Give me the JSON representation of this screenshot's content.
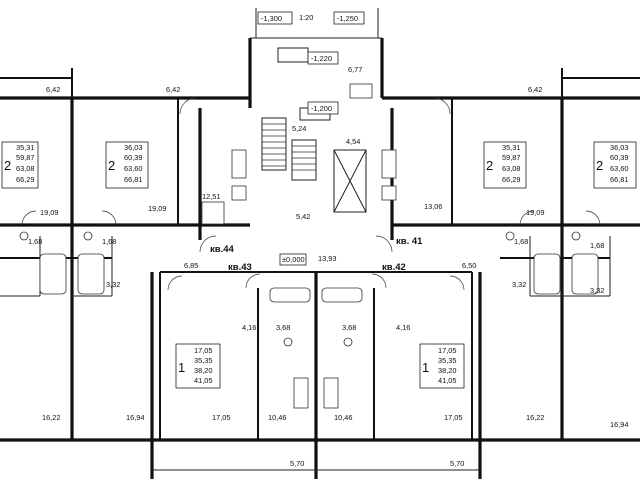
{
  "elevations": {
    "top_left": "-1,300",
    "top_mid": "1:20",
    "top_right": "-1,250",
    "landing_1": "-1,220",
    "landing_2": "-1,200",
    "ground": "±0,000"
  },
  "apartments": {
    "kv44": "кв.44",
    "kv43": "кв.43",
    "kv42": "кв.42",
    "kv41": "кв. 41"
  },
  "unit_boxes": [
    {
      "rooms": "2",
      "areas": [
        "35,31",
        "59,87",
        "63,08",
        "66,29"
      ]
    },
    {
      "rooms": "2",
      "areas": [
        "36,03",
        "60,39",
        "63,60",
        "66,81"
      ]
    },
    {
      "rooms": "2",
      "areas": [
        "35,31",
        "59,87",
        "63,08",
        "66,29"
      ]
    },
    {
      "rooms": "2",
      "areas": [
        "36,03",
        "60,39",
        "63,60",
        "66,81"
      ]
    },
    {
      "rooms": "1",
      "areas": [
        "17,05",
        "35,35",
        "38,20",
        "41,05"
      ]
    },
    {
      "rooms": "1",
      "areas": [
        "17,05",
        "35,35",
        "38,20",
        "41,05"
      ]
    }
  ],
  "room_areas": {
    "balcony_tl": "6,42",
    "balcony_tl2": "6,42",
    "balcony_tr": "6,42",
    "stair_top": "6,77",
    "hall_center": "5,24",
    "lobby_center": "4,54",
    "kitchen_left": "12,51",
    "corridor_left": "5,42",
    "kitchen_right": "13,06",
    "living_l1": "19,09",
    "living_l2": "19,09",
    "living_r1": "19,09",
    "bath_l1": "1,68",
    "bath_l2": "1,68",
    "bath_r1": "1,68",
    "bath_r2": "1,68",
    "wc_l": "3,32",
    "wc_r1": "3,32",
    "wc_r2": "3,32",
    "hall_l": "6,85",
    "landing_mid": "13,93",
    "hall_r": "6,50",
    "corr_l": "4,16",
    "bath_c1": "3,68",
    "bath_c2": "3,68",
    "corr_r": "4,16",
    "room_bl": "16,22",
    "room_bl2": "16,94",
    "room_bc1": "17,05",
    "kitchen_c1": "10,46",
    "kitchen_c2": "10,46",
    "room_bc2": "17,05",
    "room_br": "16,22",
    "room_br2": "16,94",
    "balc_bl": "5,70",
    "balc_br": "5,70"
  }
}
